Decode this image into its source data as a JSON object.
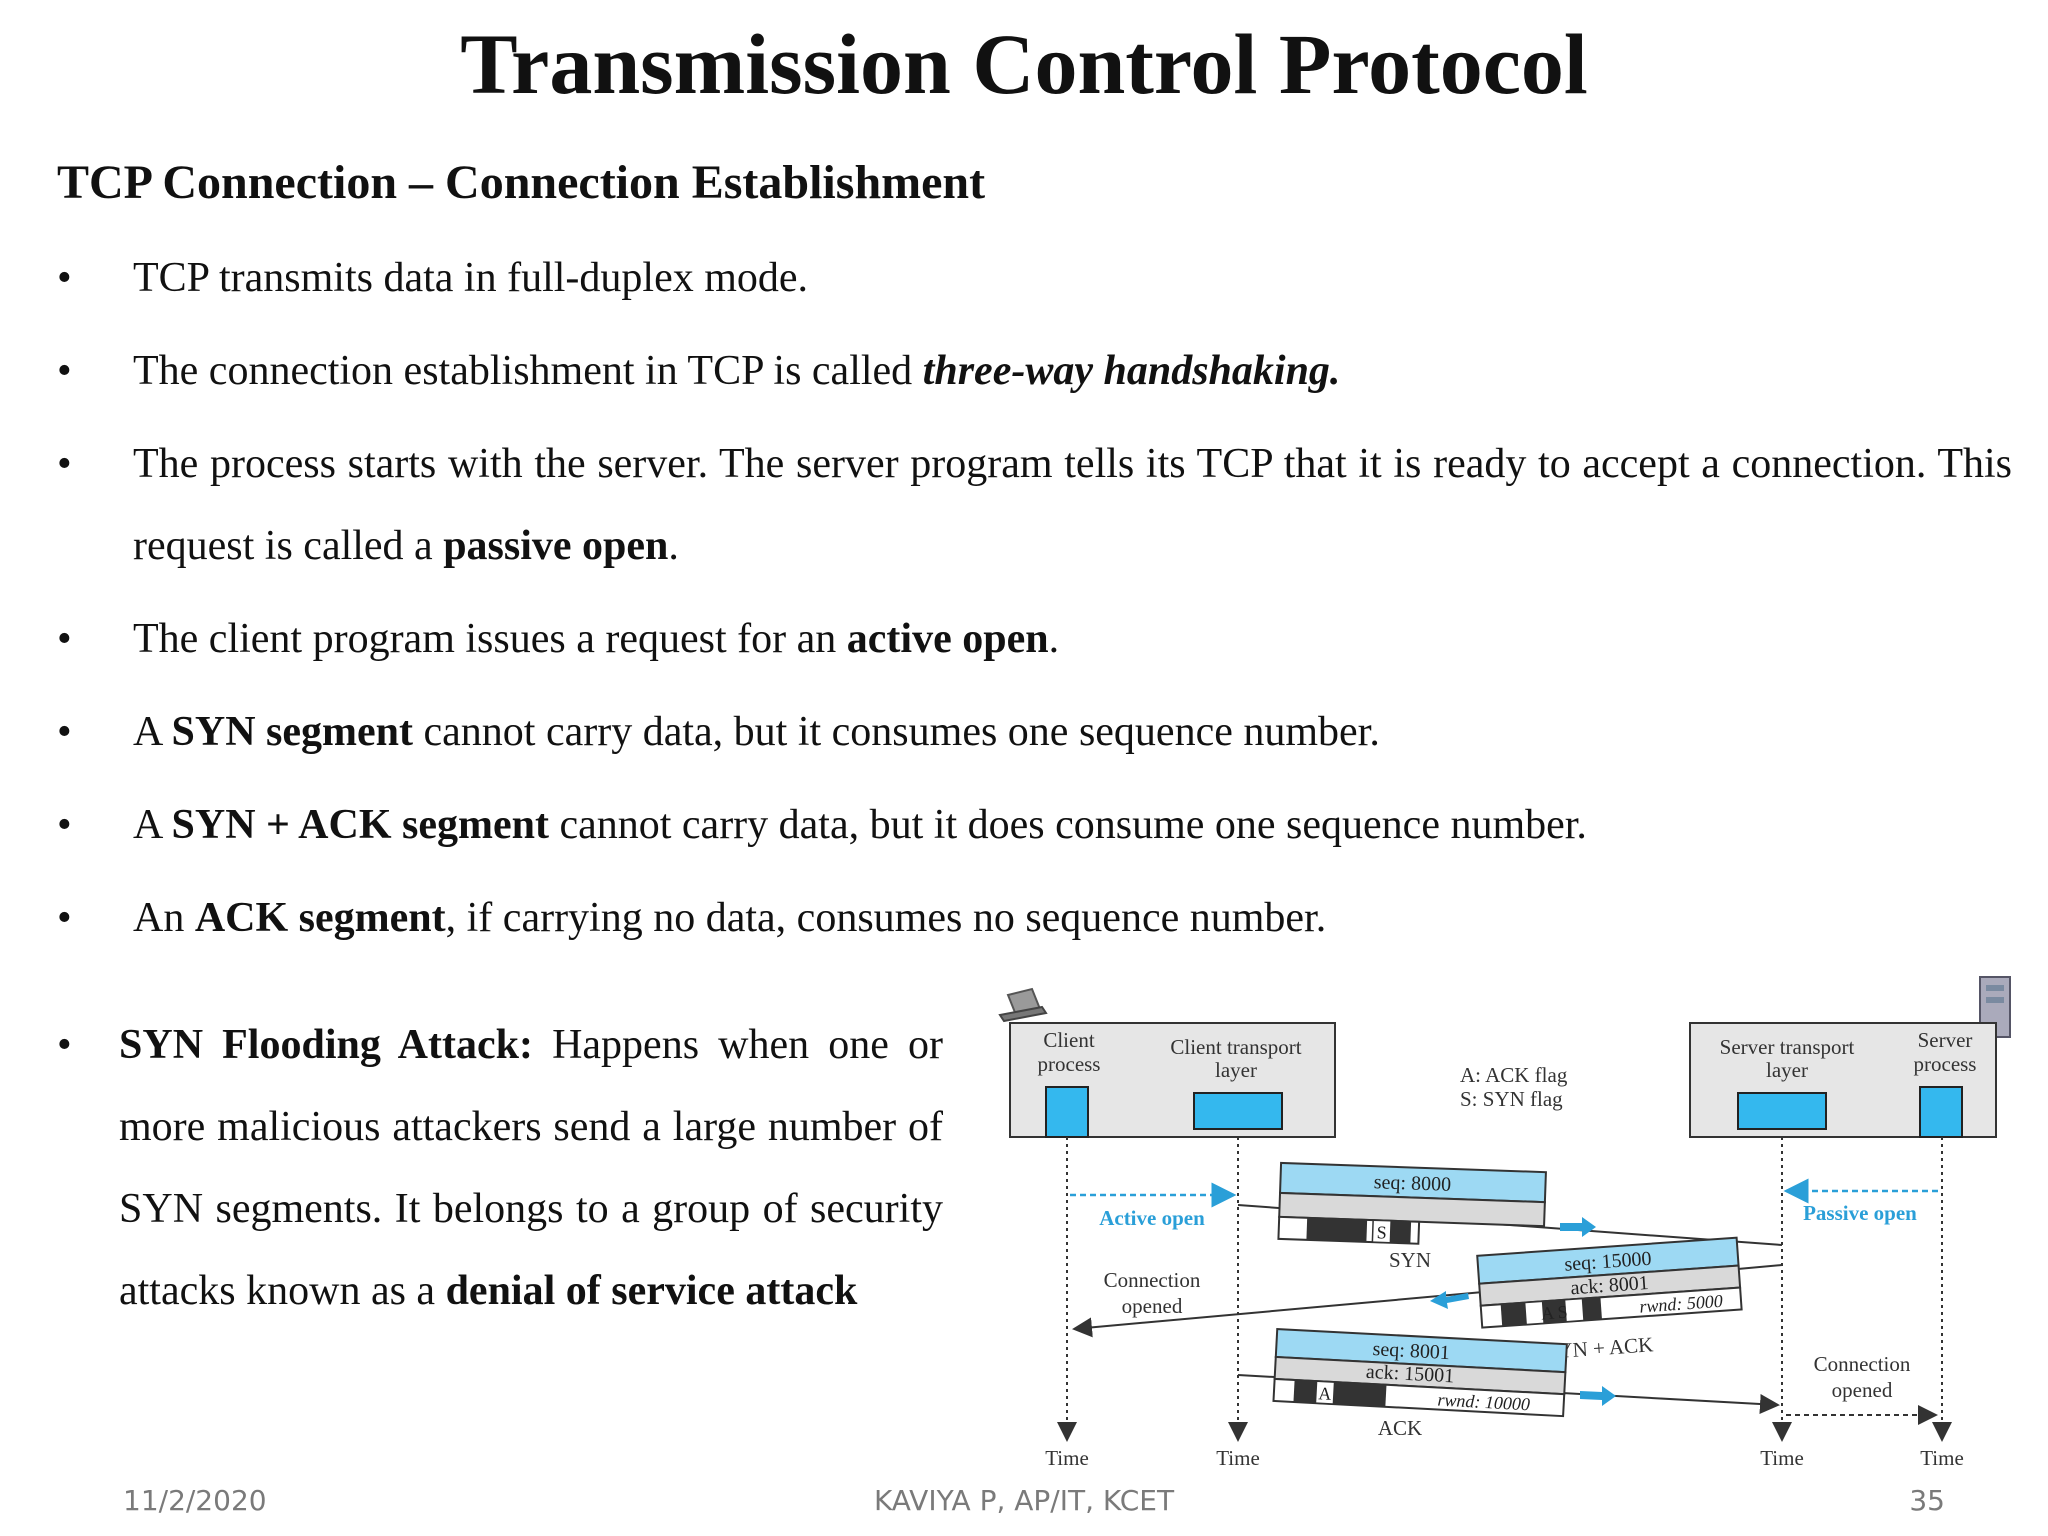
{
  "title": "Transmission Control Protocol",
  "subtitle": "TCP Connection – Connection Establishment",
  "bullet_char": "•",
  "bullets": {
    "b1": {
      "text": "TCP transmits data in full-duplex mode."
    },
    "b2": {
      "pre": "The connection establishment in TCP is called ",
      "emph": "three-way handshaking."
    },
    "b3": {
      "pre": "The process starts with the server. The server program tells its TCP that it is ready to accept a connection. This request is called a ",
      "bold": "passive open",
      "post": "."
    },
    "b4": {
      "pre": "The client program issues a request for an ",
      "bold": "active open",
      "post": "."
    },
    "b5": {
      "pre": "A ",
      "bold": "SYN segment",
      "post": " cannot carry data, but it consumes one sequence number."
    },
    "b6": {
      "pre": "A ",
      "bold": "SYN + ACK segment",
      "post": " cannot carry data, but it does consume one sequence number."
    },
    "b7": {
      "pre": "An ",
      "bold": "ACK segment",
      "post": ", if carrying no data, consumes no sequence number."
    }
  },
  "syn_flood": {
    "label": "SYN Flooding Attack:",
    "text": " Happens when one or more malicious attackers send a large number of SYN segments. It belongs to a group of security attacks known as a ",
    "bold_end": "denial of service attack"
  },
  "diagram": {
    "client_process": [
      "Client",
      "process"
    ],
    "client_transport": [
      "Client transport",
      "layer"
    ],
    "server_transport": [
      "Server transport",
      "layer"
    ],
    "server_process": [
      "Server",
      "process"
    ],
    "flag_legend": [
      "A: ACK flag",
      "S: SYN flag"
    ],
    "active_open": "Active open",
    "passive_open": "Passive open",
    "connection_opened": [
      "Connection",
      "opened"
    ],
    "seg1": {
      "seq": "seq: 8000",
      "flags": "S",
      "name": "SYN"
    },
    "seg2": {
      "seq": "seq: 15000",
      "ack": "ack: 8001",
      "rwnd": "rwnd: 5000",
      "flags": "A  S",
      "name": "SYN + ACK"
    },
    "seg3": {
      "seq": "seq: 8001",
      "ack": "ack: 15001",
      "rwnd": "rwnd: 10000",
      "flags": "A",
      "name": "ACK"
    },
    "time": "Time",
    "colors": {
      "blue_fill": "#34b8ee",
      "light_blue": "#9dd9f3",
      "arrow_blue": "#2a9fd8",
      "box_gray": "#e6e6e6"
    }
  },
  "footer": {
    "date": "11/2/2020",
    "author": "KAVIYA P, AP/IT, KCET",
    "page": "35"
  }
}
